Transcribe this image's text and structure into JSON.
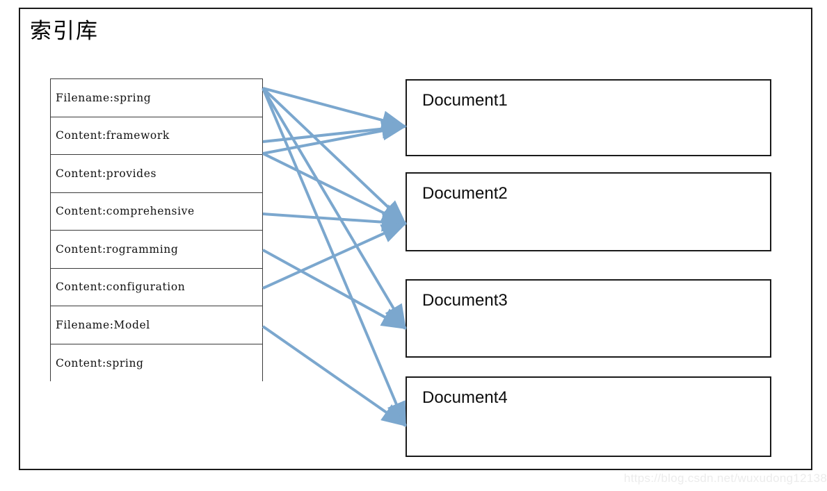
{
  "diagram": {
    "title": "索引库",
    "line_color": "#7BA7CE",
    "border_color": "#1a1a1a",
    "background": "#ffffff",
    "watermark": "https://blog.csdn.net/wuxudong12138"
  },
  "index_table": {
    "name": "index-library-table",
    "rows": [
      {
        "label": "Filename:spring"
      },
      {
        "label": "Content:framework"
      },
      {
        "label": "Content:provides"
      },
      {
        "label": "Content:comprehensive"
      },
      {
        "label": "Content:rogramming"
      },
      {
        "label": "Content:configuration"
      },
      {
        "label": "Filename:Model"
      },
      {
        "label": "Content:spring"
      }
    ]
  },
  "documents": [
    {
      "label": "Document1"
    },
    {
      "label": "Document2"
    },
    {
      "label": "Document3"
    },
    {
      "label": "Document4"
    }
  ],
  "connections": [
    {
      "from_row": 0,
      "to_document": 0
    },
    {
      "from_row": 0,
      "to_document": 1
    },
    {
      "from_row": 0,
      "to_document": 2
    },
    {
      "from_row": 0,
      "to_document": 3
    },
    {
      "from_row": 1,
      "to_document": 0
    },
    {
      "from_row": 2,
      "to_document": 0
    },
    {
      "from_row": 2,
      "to_document": 1
    },
    {
      "from_row": 3,
      "to_document": 1
    },
    {
      "from_row": 4,
      "to_document": 2
    },
    {
      "from_row": 5,
      "to_document": 1
    },
    {
      "from_row": 6,
      "to_document": 3
    }
  ]
}
